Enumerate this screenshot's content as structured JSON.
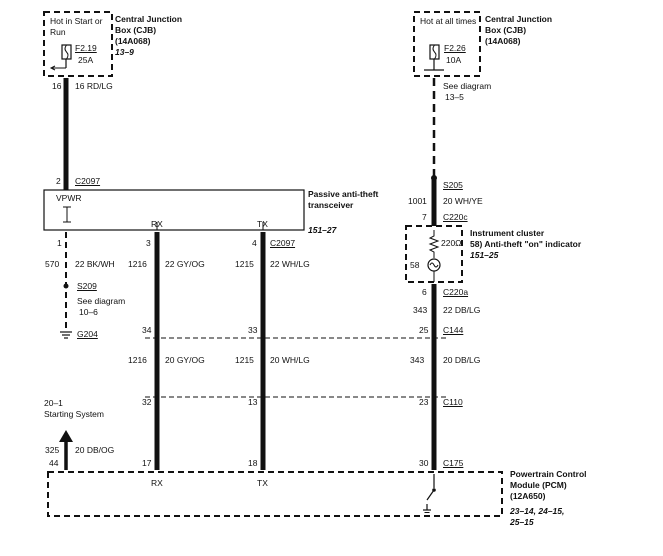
{
  "cjb_left": {
    "power_label": "Hot in Start or Run",
    "fuse": "F2.19",
    "rating": "25A",
    "title": "Central Junction Box (CJB)",
    "part": "(14A068)",
    "ref": "13–9"
  },
  "cjb_right": {
    "power_label": "Hot at all times",
    "fuse": "F2.26",
    "rating": "10A",
    "title": "Central Junction Box (CJB)",
    "part": "(14A068)",
    "ref": "13–5",
    "see_diagram": "See diagram"
  },
  "wire_16": {
    "circuit": "16",
    "color": "16 RD/LG"
  },
  "conn_c2097_top": {
    "pin": "2",
    "name": "C2097"
  },
  "transceiver": {
    "title": "Passive anti-theft transceiver",
    "ref": "151–27",
    "vpwr": "VPWR",
    "rx": "RX",
    "tx": "TX"
  },
  "bottom_pins": {
    "pin1": "1",
    "pin3": "3",
    "pin4": "4",
    "connector": "C2097"
  },
  "wires_upper": {
    "c570": "570",
    "col570": "22 BK/WH",
    "c1216": "1216",
    "col1216": "22 GY/OG",
    "c1215": "1215",
    "col1215": "22 WH/LG"
  },
  "splice_s209": "S209",
  "see_10_6": {
    "label": "See diagram",
    "ref": "10–6"
  },
  "ground": "G204",
  "c144": {
    "pin34": "34",
    "pin33": "33",
    "pin25": "25",
    "name": "C144"
  },
  "wires_mid": {
    "c1216": "1216",
    "col1216": "20 GY/OG",
    "c1215": "1215",
    "col1215": "20 WH/LG",
    "c343": "343",
    "col343": "20 DB/LG"
  },
  "c110": {
    "pin32": "32",
    "pin13": "13",
    "pin23": "23",
    "name": "C110"
  },
  "starting_system": {
    "ref": "20–1",
    "label": "Starting System"
  },
  "wire_325": {
    "circuit": "325",
    "color": "20 DB/OG"
  },
  "c175": {
    "pin44": "44",
    "pin17": "17",
    "pin18": "18",
    "pin30": "30",
    "name": "C175"
  },
  "pcm": {
    "rx": "RX",
    "tx": "TX",
    "title": "Powertrain Control Module (PCM) (12A650)",
    "ref": "23–14, 24–15, 25–15"
  },
  "right_chain": {
    "splice": "S205",
    "c1001": "1001",
    "col1001": "20 WH/YE",
    "pin7": "7",
    "c220c": "C220c",
    "resistor": "220Ω",
    "pin58": "58",
    "pin6": "6",
    "c220a": "C220a",
    "c343": "343",
    "col343": "22 DB/LG"
  },
  "cluster": {
    "title": "Instrument cluster",
    "indicator": "58) Anti-theft \"on\" indicator",
    "ref": "151–25"
  }
}
